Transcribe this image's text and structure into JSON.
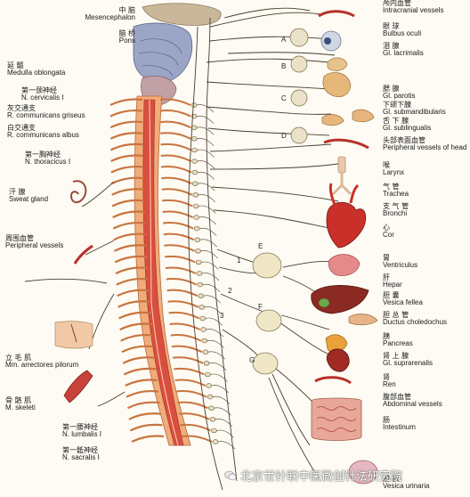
{
  "left_labels": [
    {
      "cn": "中 脑",
      "en": "Mesencephalon"
    },
    {
      "cn": "脑 桥",
      "en": "Pons"
    },
    {
      "cn": "延 髓",
      "en": "Medulla oblongata"
    },
    {
      "cn": "第一颈神经",
      "en": "N. cervicalis  I"
    },
    {
      "cn": "灰交通支",
      "en": "R. communicans griseus"
    },
    {
      "cn": "白交通支",
      "en": "R. communicans albus"
    },
    {
      "cn": "第一胸神经",
      "en": "N. thoracicus  I"
    },
    {
      "cn": "汗 腺",
      "en": "Sweat gland"
    },
    {
      "cn": "周围血管",
      "en": "Peripheral vessels"
    },
    {
      "cn": "立 毛 肌",
      "en": "Mm. arrectores pilorum"
    },
    {
      "cn": "骨 骼 肌",
      "en": "M. skeleti"
    },
    {
      "cn": "第一腰神经",
      "en": "N. lumbalis  I"
    },
    {
      "cn": "第一骶神经",
      "en": "N. sacralis  I"
    }
  ],
  "right_labels": [
    {
      "cn": "颅内血管",
      "en": "Intracranial vessels"
    },
    {
      "cn": "眼 球",
      "en": "Bulbus oculi"
    },
    {
      "cn": "泪 腺",
      "en": "Gl. lacrimalis"
    },
    {
      "cn": "腮 腺",
      "en": "Gl. parotis"
    },
    {
      "cn": "下颌下腺",
      "en": "Gl. submandibularis"
    },
    {
      "cn": "舌 下 腺",
      "en": "Gl. sublingualis"
    },
    {
      "cn": "头部表面血管",
      "en": "Peripheral vessels of head"
    },
    {
      "cn": "喉",
      "en": "Larynx"
    },
    {
      "cn": "气 管",
      "en": "Trachea"
    },
    {
      "cn": "支 气 管",
      "en": "Bronchi"
    },
    {
      "cn": "心",
      "en": "Cor"
    },
    {
      "cn": "胃",
      "en": "Ventriculus"
    },
    {
      "cn": "肝",
      "en": "Hepar"
    },
    {
      "cn": "胆 囊",
      "en": "Vesica fellea"
    },
    {
      "cn": "胆 总 管",
      "en": "Ductus choledochus"
    },
    {
      "cn": "胰",
      "en": "Pancreas"
    },
    {
      "cn": "肾 上 腺",
      "en": "Gl. suprarenalis"
    },
    {
      "cn": "肾",
      "en": "Ren"
    },
    {
      "cn": "腹部血管",
      "en": "Abdominal vessels"
    },
    {
      "cn": "肠",
      "en": "Intestinum"
    },
    {
      "cn": "膀 胱",
      "en": "Vesica urinaria"
    }
  ],
  "markers": {
    "a": "A",
    "b": "B",
    "c": "C",
    "d": "D",
    "e": "E",
    "f": "F",
    "g": "G",
    "n1": "1",
    "n2": "2",
    "n3": "3"
  },
  "watermark": "北京世针联中医微创针法研究院"
}
